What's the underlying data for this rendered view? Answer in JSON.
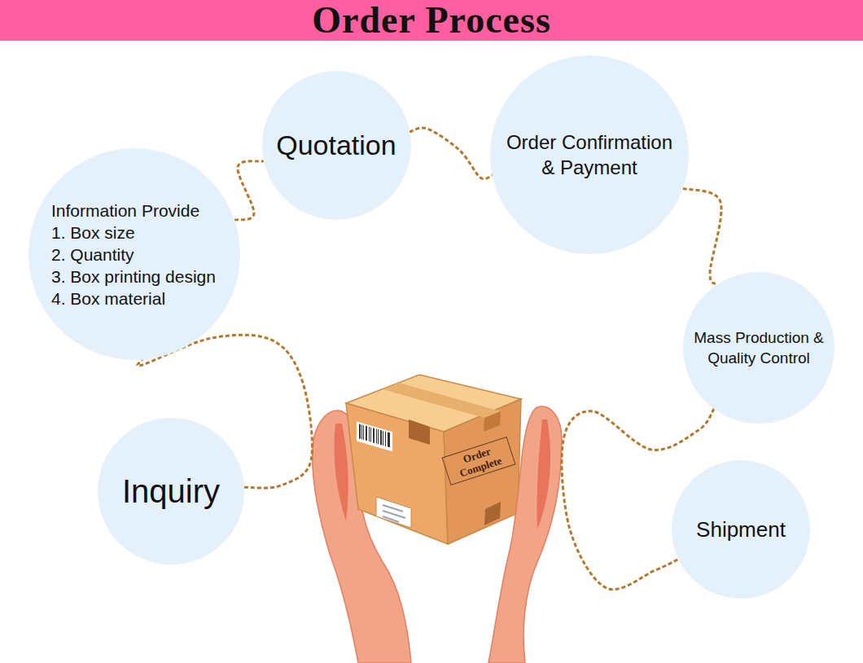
{
  "diagram": {
    "title": "Order Process",
    "nodes": [
      {
        "text": [
          "Inquiry"
        ]
      },
      {
        "text": [
          "Information Provide",
          "1. Box size",
          "2. Quantity",
          "3. Box printing design",
          "4. Box material"
        ]
      },
      {
        "text": [
          "Quotation"
        ]
      },
      {
        "text": [
          "Order Confirmation & Payment"
        ]
      },
      {
        "text": [
          "Mass Production & Quality Control"
        ]
      },
      {
        "text": [
          "Shipment"
        ]
      }
    ],
    "edges": [
      {
        "from": 0,
        "to": 1,
        "arrow": "none"
      },
      {
        "from": 1,
        "to": 2,
        "arrow": "none"
      },
      {
        "from": 2,
        "to": 3,
        "arrow": "none"
      },
      {
        "from": 3,
        "to": 4,
        "arrow": "none"
      },
      {
        "from": 4,
        "to": 5,
        "arrow": "none"
      }
    ],
    "labels": [
      "Order Complete"
    ]
  }
}
